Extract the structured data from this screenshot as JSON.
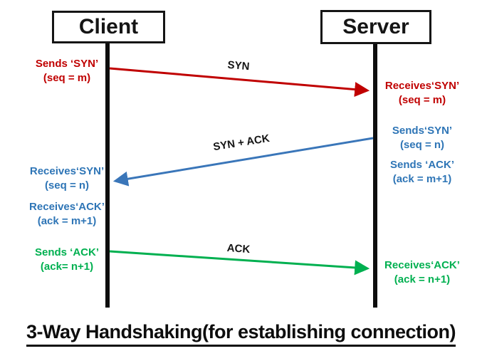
{
  "title": "3-Way Handshaking(for establishing connection)",
  "nodes": {
    "client": "Client",
    "server": "Server"
  },
  "arrows": [
    {
      "label": "SYN",
      "from": "client",
      "to": "server",
      "color": "#c00000"
    },
    {
      "label": "SYN + ACK",
      "from": "server",
      "to": "client",
      "color": "#3a76b9"
    },
    {
      "label": "ACK",
      "from": "client",
      "to": "server",
      "color": "#00b050"
    }
  ],
  "client_annotations": [
    {
      "line1": "Sends ‘SYN’",
      "line2": "(seq = m)",
      "color": "#c00000"
    },
    {
      "line1": "Receives‘SYN’",
      "line2": "(seq = n)",
      "color": "#2e75b6"
    },
    {
      "line1": "Receives‘ACK’",
      "line2": "(ack = m+1)",
      "color": "#2e75b6"
    },
    {
      "line1": "Sends ‘ACK’",
      "line2": "(ack= n+1)",
      "color": "#00b050"
    }
  ],
  "server_annotations": [
    {
      "line1": "Receives‘SYN’",
      "line2": "(seq = m)",
      "color": "#c00000"
    },
    {
      "line1": "Sends‘SYN’",
      "line2": "(seq = n)",
      "color": "#2e75b6"
    },
    {
      "line1": "Sends ‘ACK’",
      "line2": "(ack = m+1)",
      "color": "#2e75b6"
    },
    {
      "line1": "Receives‘ACK’",
      "line2": "(ack = n+1)",
      "color": "#00b050"
    }
  ],
  "colors": {
    "lifeline": "#0d0d0d",
    "red": "#c00000",
    "blue": "#3a76b9",
    "green": "#00b050"
  }
}
